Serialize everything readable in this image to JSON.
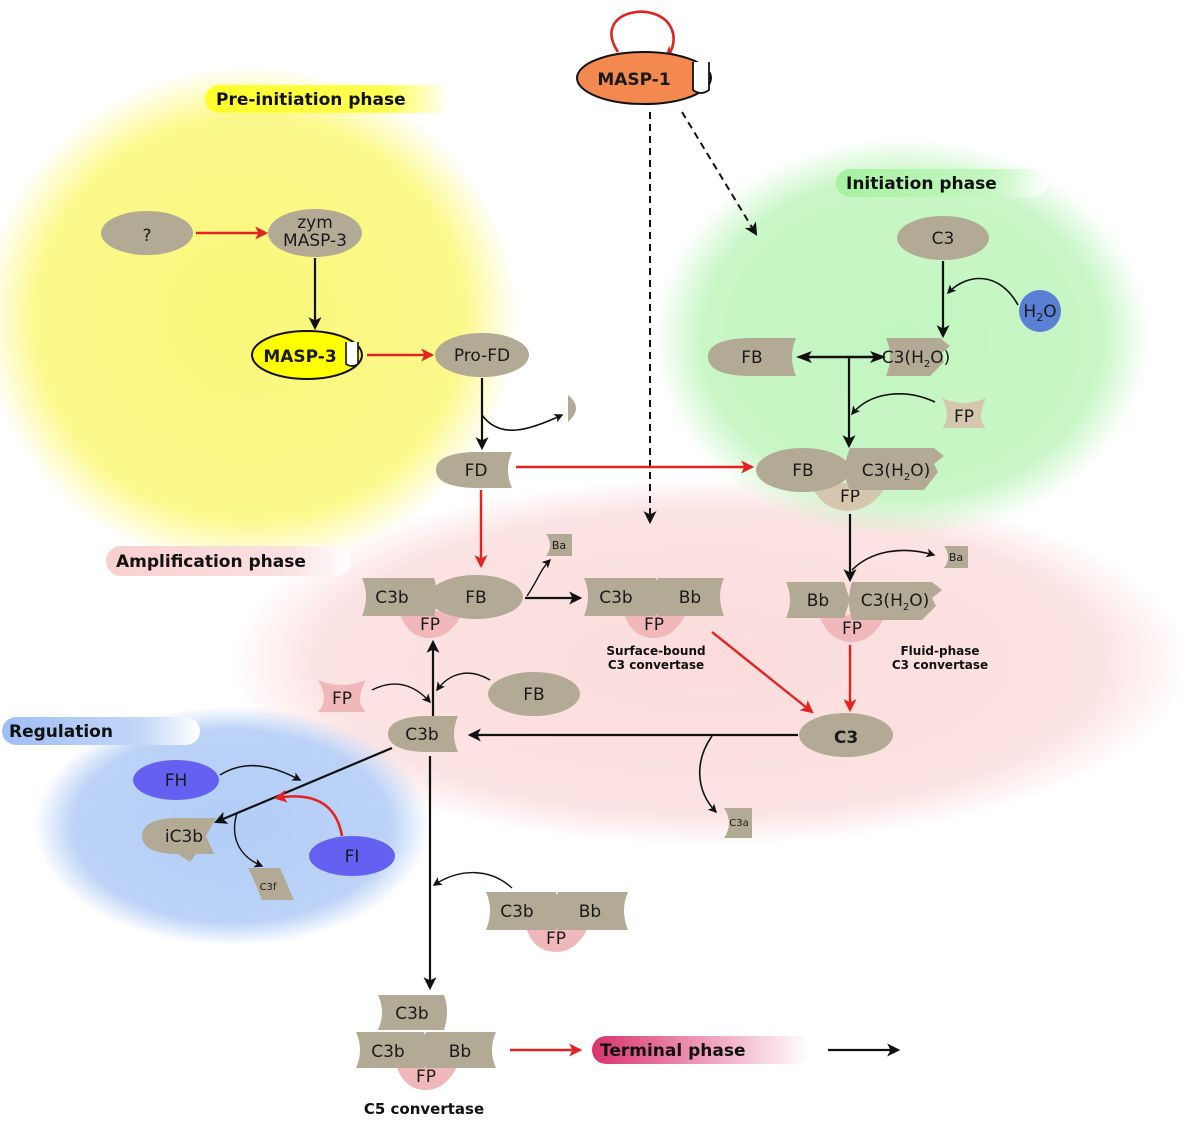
{
  "colors": {
    "protein": "#b3aa95",
    "fp": "#f0b8bb",
    "pre_bg": "#fbf77a",
    "init_bg": "#c2f6c0",
    "amp_bg": "#fbdede",
    "reg_bg": "#b3cdf7",
    "masp1": "#f4894f",
    "masp3": "#ffff00",
    "fh_fi": "#6461f2",
    "h2o": "#5b7fd4",
    "red_arrow": "#e32222",
    "terminal": "#cf3a72"
  },
  "phases": {
    "pre_initiation": "Pre-initiation phase",
    "initiation": "Initiation phase",
    "amplification": "Amplification phase",
    "regulation": "Regulation",
    "terminal": "Terminal phase"
  },
  "nodes": {
    "masp1": "MASP-1",
    "unknown": "?",
    "zym_line1": "zym",
    "zym_line2": "MASP-3",
    "masp3": "MASP-3",
    "pro_fd": "Pro-FD",
    "fd": "FD",
    "c3_init": "C3",
    "h2o_h": "H",
    "h2o_sub": "2",
    "h2o_o": "O",
    "fb_init": "FB",
    "c3h2o_a": "C3(H",
    "c3h2o_sub": "2",
    "c3h2o_b": "O)",
    "fp_init": "FP",
    "fb_complex": "FB",
    "fp_complex_init": "FP",
    "bb_fluid": "Bb",
    "fp_fluid": "FP",
    "ba_init": "Ba",
    "c3b_amp": "C3b",
    "fb_amp": "FB",
    "fp_amp": "FP",
    "ba_amp": "Ba",
    "c3b_surf": "C3b",
    "bb_surf": "Bb",
    "fp_surf": "FP",
    "c3_center": "C3",
    "c3a": "C3a",
    "c3b_center": "C3b",
    "fp_left": "FP",
    "fb_right": "FB",
    "fh": "FH",
    "fi": "FI",
    "ic3b": "iC3b",
    "c3f": "C3f",
    "c3b_conv": "C3b",
    "bb_conv": "Bb",
    "fp_conv": "FP",
    "c5_c3b_top": "C3b",
    "c5_c3b": "C3b",
    "c5_bb": "Bb",
    "c5_fp": "FP"
  },
  "captions": {
    "surface_line1": "Surface-bound",
    "surface_line2": "C3 convertase",
    "fluid_line1": "Fluid-phase",
    "fluid_line2": "C3 convertase",
    "c5": "C5 convertase"
  }
}
